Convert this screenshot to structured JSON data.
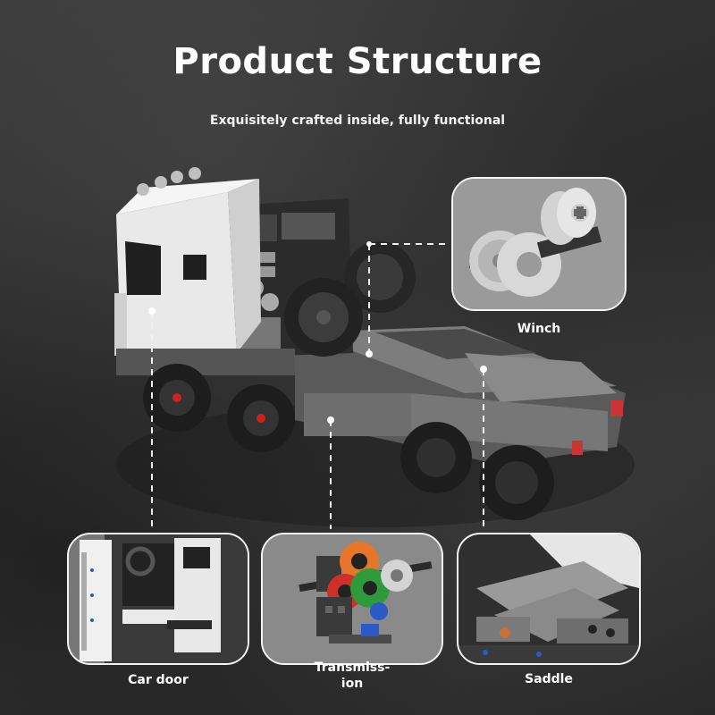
{
  "header": {
    "title": "Product Structure",
    "subtitle": "Exquisitely crafted inside, fully functional"
  },
  "callouts": {
    "winch": "Winch",
    "car_door": "Car door",
    "transmission": "Transmiss-\nion",
    "saddle": "Saddle"
  },
  "colors": {
    "background": "#2c2c2c",
    "text": "#ffffff",
    "card_border": "#f4f4f4",
    "gear_orange": "#e8762a",
    "gear_red": "#d0302a",
    "gear_green": "#2f9a3a",
    "gear_blue": "#2d58c8"
  }
}
